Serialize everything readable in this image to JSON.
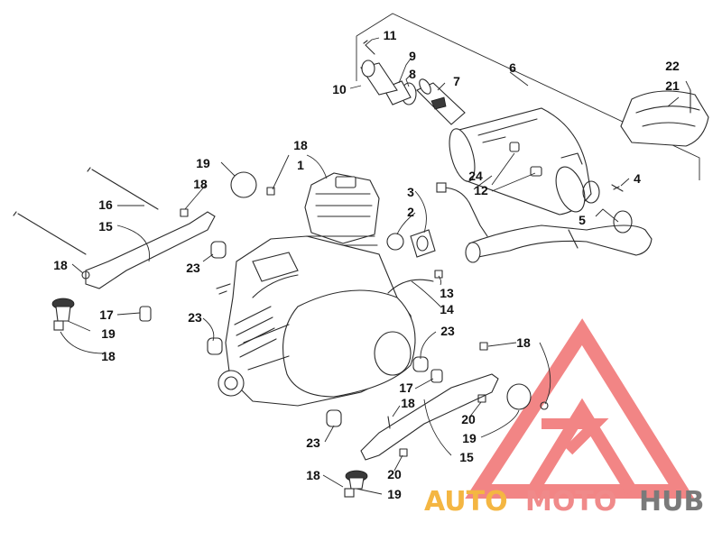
{
  "callouts": [
    {
      "id": "c1",
      "text": "1"
    },
    {
      "id": "c2",
      "text": "2"
    },
    {
      "id": "c3",
      "text": "3"
    },
    {
      "id": "c4",
      "text": "4"
    },
    {
      "id": "c5",
      "text": "5"
    },
    {
      "id": "c6",
      "text": "6"
    },
    {
      "id": "c7",
      "text": "7"
    },
    {
      "id": "c8",
      "text": "8"
    },
    {
      "id": "c9",
      "text": "9"
    },
    {
      "id": "c10",
      "text": "10"
    },
    {
      "id": "c11",
      "text": "11"
    },
    {
      "id": "c12",
      "text": "12"
    },
    {
      "id": "c13",
      "text": "13"
    },
    {
      "id": "c14",
      "text": "14"
    },
    {
      "id": "c15a",
      "text": "15"
    },
    {
      "id": "c15b",
      "text": "15"
    },
    {
      "id": "c16",
      "text": "16"
    },
    {
      "id": "c17a",
      "text": "17"
    },
    {
      "id": "c17b",
      "text": "17"
    },
    {
      "id": "c18a",
      "text": "18"
    },
    {
      "id": "c18b",
      "text": "18"
    },
    {
      "id": "c18c",
      "text": "18"
    },
    {
      "id": "c18d",
      "text": "18"
    },
    {
      "id": "c18e",
      "text": "18"
    },
    {
      "id": "c18f",
      "text": "18"
    },
    {
      "id": "c18g",
      "text": "18"
    },
    {
      "id": "c19a",
      "text": "19"
    },
    {
      "id": "c19b",
      "text": "19"
    },
    {
      "id": "c19c",
      "text": "19"
    },
    {
      "id": "c19d",
      "text": "19"
    },
    {
      "id": "c20a",
      "text": "20"
    },
    {
      "id": "c20b",
      "text": "20"
    },
    {
      "id": "c21",
      "text": "21"
    },
    {
      "id": "c22",
      "text": "22"
    },
    {
      "id": "c23a",
      "text": "23"
    },
    {
      "id": "c23b",
      "text": "23"
    },
    {
      "id": "c23c",
      "text": "23"
    },
    {
      "id": "c23d",
      "text": "23"
    },
    {
      "id": "c24",
      "text": "24"
    }
  ],
  "watermark": {
    "text_auto": "AUTO",
    "text_moto": "MOTO",
    "text_hub": "HUB",
    "colors": {
      "auto": "#f4b642",
      "moto": "#f08a8a",
      "hub": "#7a7a7a",
      "logo": "#f07070"
    }
  }
}
